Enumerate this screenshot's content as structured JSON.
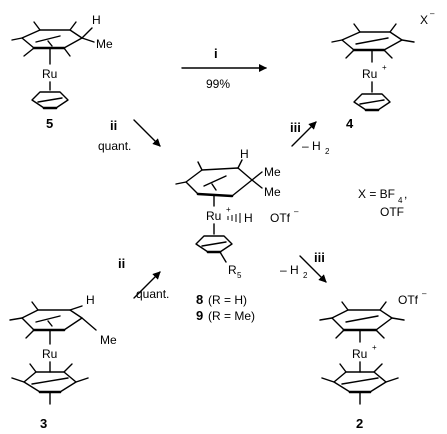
{
  "reagents": {
    "i": "i",
    "i_yield": "99%",
    "ii_top": "ii",
    "ii_top_yield": "quant.",
    "iii_top": "iii",
    "iii_top_loss": "– H",
    "iii_top_loss_sub": "2",
    "ii_bottom": "ii",
    "ii_bottom_yield": "quant.",
    "iii_bottom": "iii",
    "iii_bottom_loss": "– H",
    "iii_bottom_loss_sub": "2"
  },
  "compounds": {
    "c5": {
      "number": "5",
      "ru": "Ru",
      "h": "H",
      "me": "Me"
    },
    "c4": {
      "number": "4",
      "ru": "Ru",
      "charge": "+",
      "anion": "X",
      "anion_charge": "–"
    },
    "c89": {
      "ru": "Ru",
      "charge": "+",
      "h_top": "H",
      "me1": "Me",
      "me2": "Me",
      "h_ru": "H",
      "counterion": "OTf",
      "counterion_charge": "–",
      "r_group": "R",
      "r_sub": "5",
      "label_8": "8",
      "label_8_def": "(R = H)",
      "label_9": "9",
      "label_9_def": "(R = Me)"
    },
    "c3": {
      "number": "3",
      "ru": "Ru",
      "h": "H",
      "me": "Me"
    },
    "c2": {
      "number": "2",
      "ru": "Ru",
      "charge": "+",
      "counterion": "OTf",
      "counterion_charge": "–"
    }
  },
  "x_definition": {
    "line1": "X = BF",
    "line1_sub": "4",
    "line1_end": ",",
    "line2": "OTF"
  }
}
